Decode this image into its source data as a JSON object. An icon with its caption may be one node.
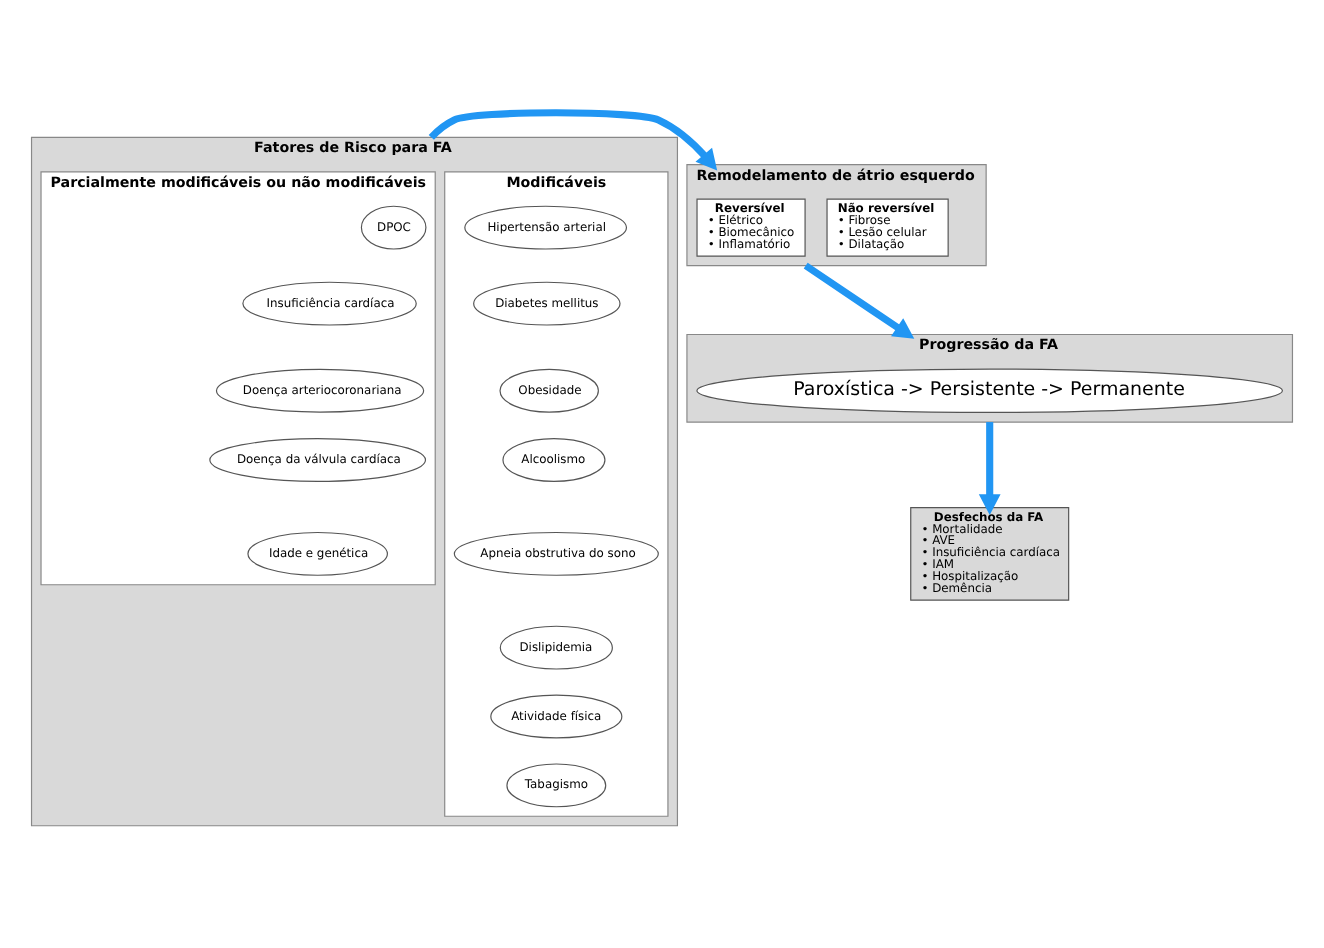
{
  "diagram": {
    "nodes": [
      {
        "text": [
          "Fatores de Risco para FA"
        ]
      },
      {
        "text": [
          "Modificáveis"
        ],
        "in": 0
      },
      {
        "text": [
          "Hipertensão arterial"
        ],
        "in": 1
      },
      {
        "text": [
          "Diabetes mellitus"
        ],
        "in": 1
      },
      {
        "text": [
          "Obesidade"
        ],
        "in": 1
      },
      {
        "text": [
          "Alcoolismo"
        ],
        "in": 1
      },
      {
        "text": [
          "Apneia obstrutiva do sono"
        ],
        "in": 1
      },
      {
        "text": [
          "Dislipidemia"
        ],
        "in": 1
      },
      {
        "text": [
          "Atividade física"
        ],
        "in": 1
      },
      {
        "text": [
          "Tabagismo"
        ],
        "in": 1
      },
      {
        "text": [
          "Parcialmente modificáveis ou não modificáveis"
        ],
        "in": 0
      },
      {
        "text": [
          "DPOC"
        ],
        "in": 10
      },
      {
        "text": [
          "Insuficiência cardíaca"
        ],
        "in": 10
      },
      {
        "text": [
          "Doença arteriocoronariana"
        ],
        "in": 10
      },
      {
        "text": [
          "Doença da válvula cardíaca"
        ],
        "in": 10
      },
      {
        "text": [
          "Idade e genética"
        ],
        "in": 10
      },
      {
        "text": [
          "Remodelamento de átrio esquerdo"
        ]
      },
      {
        "text": [
          "Reversível",
          "• Elétrico",
          "• Biomecânico",
          "• Inflamatório"
        ],
        "in": 16
      },
      {
        "text": [
          "Não reversível",
          "• Fibrose",
          "• Lesão celular",
          "• Dilatação"
        ],
        "in": 16
      },
      {
        "text": [
          "Progressão da FA"
        ]
      },
      {
        "text": [
          "Paroxística -> Persistente -> Permanente"
        ],
        "in": 19
      },
      {
        "text": [
          "Desfechos da FA",
          "• Mortalidade",
          "• AVE",
          "• Insuficiência cardíaca",
          "• IAM",
          "• Hospitalização",
          "• Demência"
        ]
      }
    ],
    "edges": [
      {
        "from": 0,
        "to": 16,
        "arrow": "to"
      },
      {
        "from": 16,
        "to": 19,
        "arrow": "to"
      },
      {
        "from": 19,
        "to": 21,
        "arrow": "to"
      }
    ]
  }
}
